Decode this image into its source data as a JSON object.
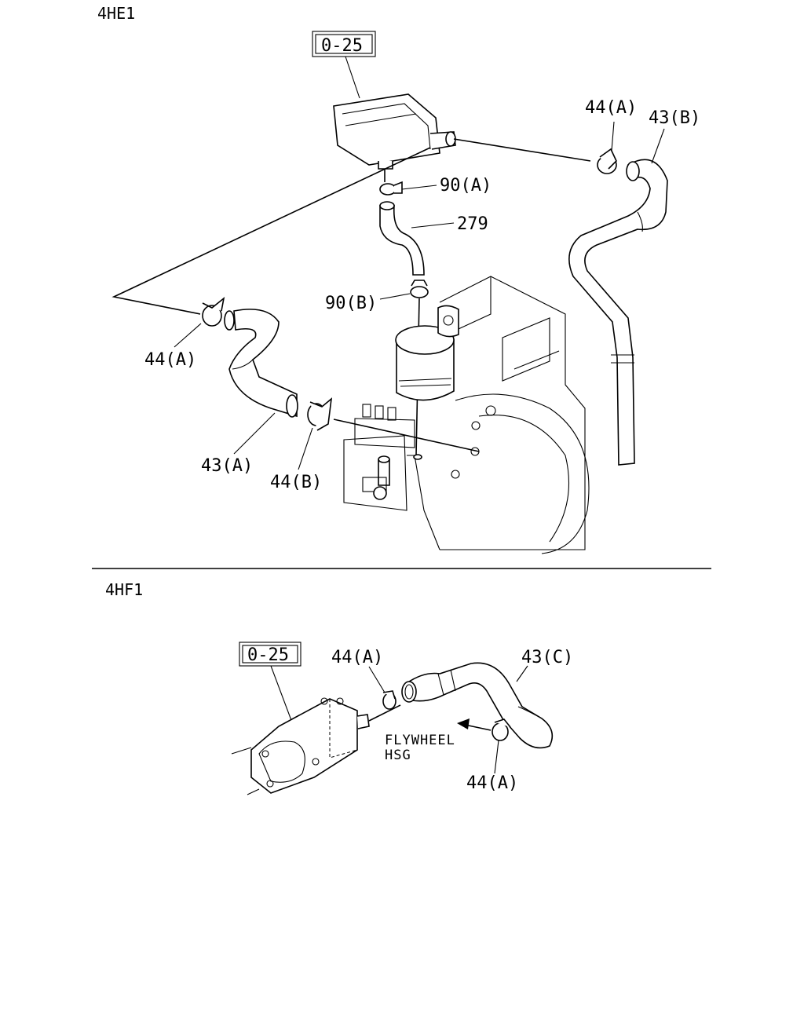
{
  "sections": [
    {
      "model": "4HE1",
      "labels": {
        "ref_box": "0-25",
        "clip_top_right": "44(A)",
        "hose_right": "43(B)",
        "clamp_upper": "90(A)",
        "pipe": "279",
        "clamp_lower": "90(B)",
        "clip_left": "44(A)",
        "hose_left": "43(A)",
        "clip_bottom": "44(B)"
      }
    },
    {
      "model": "4HF1",
      "labels": {
        "ref_box": "0-25",
        "clip_top": "44(A)",
        "hose": "43(C)",
        "note_line1": "FLYWHEEL",
        "note_line2": "HSG",
        "clip_bottom": "44(A)"
      }
    }
  ]
}
